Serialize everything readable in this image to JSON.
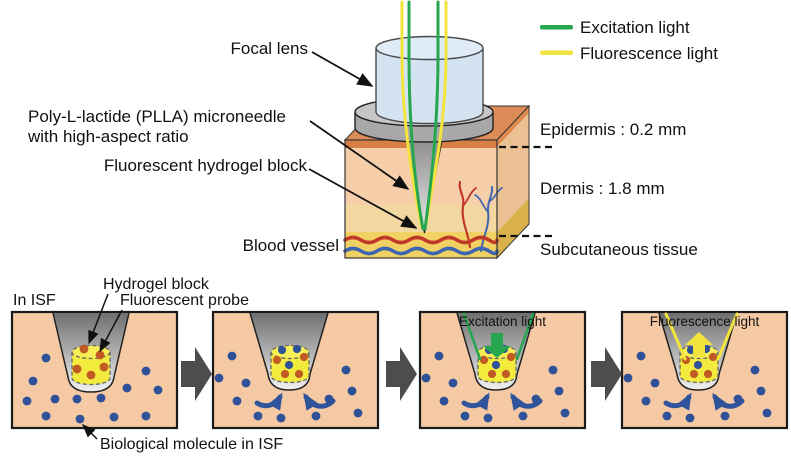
{
  "legend": {
    "excitation_label": "Excitation light",
    "fluorescence_label": "Fluorescence light",
    "excitation_color": "#26A64F",
    "fluorescence_color": "#F2E43C"
  },
  "top_diagram": {
    "focal_lens_label": "Focal lens",
    "microneedle_label_line1": "Poly-L-lactide (PLLA) microneedle",
    "microneedle_label_line2": "with high-aspect ratio",
    "hydrogel_label": "Fluorescent hydrogel block",
    "blood_vessel_label": "Blood vessel",
    "epidermis_label": "Epidermis : 0.2 mm",
    "dermis_label": "Dermis : 1.8 mm",
    "subcutaneous_label": "Subcutaneous tissue"
  },
  "bottom_sequence": {
    "in_isf_label": "In ISF",
    "hydrogel_block_label": "Hydrogel block",
    "fluorescent_probe_label": "Fluorescent probe",
    "biological_molecule_label": "Biological molecule in ISF",
    "panel3_label": "Excitation light",
    "panel4_label": "Fluorescence light"
  },
  "colors": {
    "skin_panel": "#F5C9A3",
    "epidermis_front": "#D87F45",
    "epidermis_top": "#DD8B57",
    "dermis_front": "#F6CFAA",
    "dermis_lower": "#F3D7A0",
    "subcutaneous": "#EFD164",
    "blood_vessel_red": "#C13A28",
    "blood_vessel_blue": "#3D65B0",
    "hydrogel_yellow": "#F3EA3E",
    "probe_orange": "#C25A24",
    "molecule_blue": "#2E5197",
    "lens_blue": "#D3E3F2",
    "base_gray": "#A8A8A8",
    "step_arrow_gray": "#4D4D4D"
  }
}
